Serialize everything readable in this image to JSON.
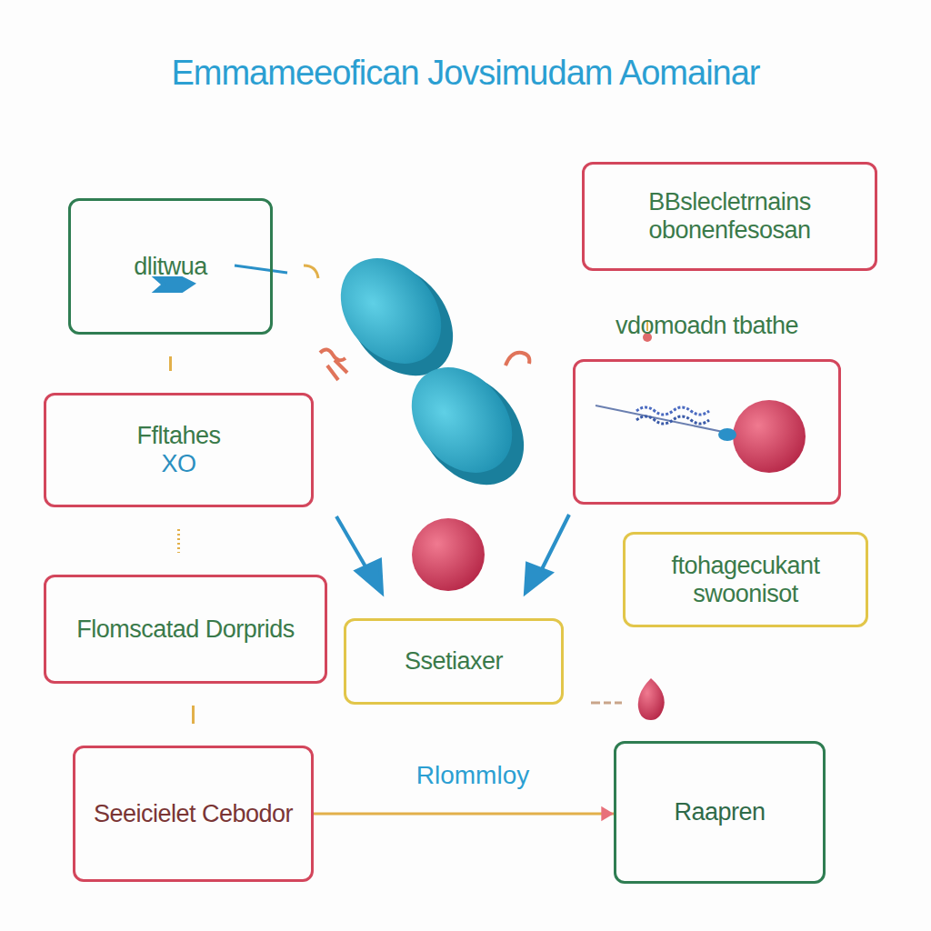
{
  "diagram": {
    "title": "Emmameeofican Jovsimudam Aomainar",
    "nodes": [
      {
        "text": [
          "dlitwua"
        ]
      },
      {
        "text": [
          "BBslecletrnains obonenfesosan"
        ]
      },
      {
        "text": [
          "Ffltahes",
          "XO"
        ]
      },
      {
        "text": [
          "vdomoadn tbathe"
        ]
      },
      {
        "text": [
          "Flomscatad Dorprids"
        ]
      },
      {
        "text": [
          "ftohagecukant swoonisot"
        ]
      },
      {
        "text": [
          "Ssetiaxer"
        ]
      },
      {
        "text": [
          "Seeicielet Cebodor"
        ]
      },
      {
        "text": [
          "Raapren"
        ]
      }
    ],
    "edges": [
      {
        "from": 0,
        "to": 2,
        "arrow": "none"
      },
      {
        "from": 2,
        "to": 4,
        "arrow": "none"
      },
      {
        "from": 4,
        "to": 7,
        "arrow": "none"
      },
      {
        "from": 7,
        "to": 8,
        "label": "Rlommloy",
        "arrow": "to"
      }
    ]
  }
}
